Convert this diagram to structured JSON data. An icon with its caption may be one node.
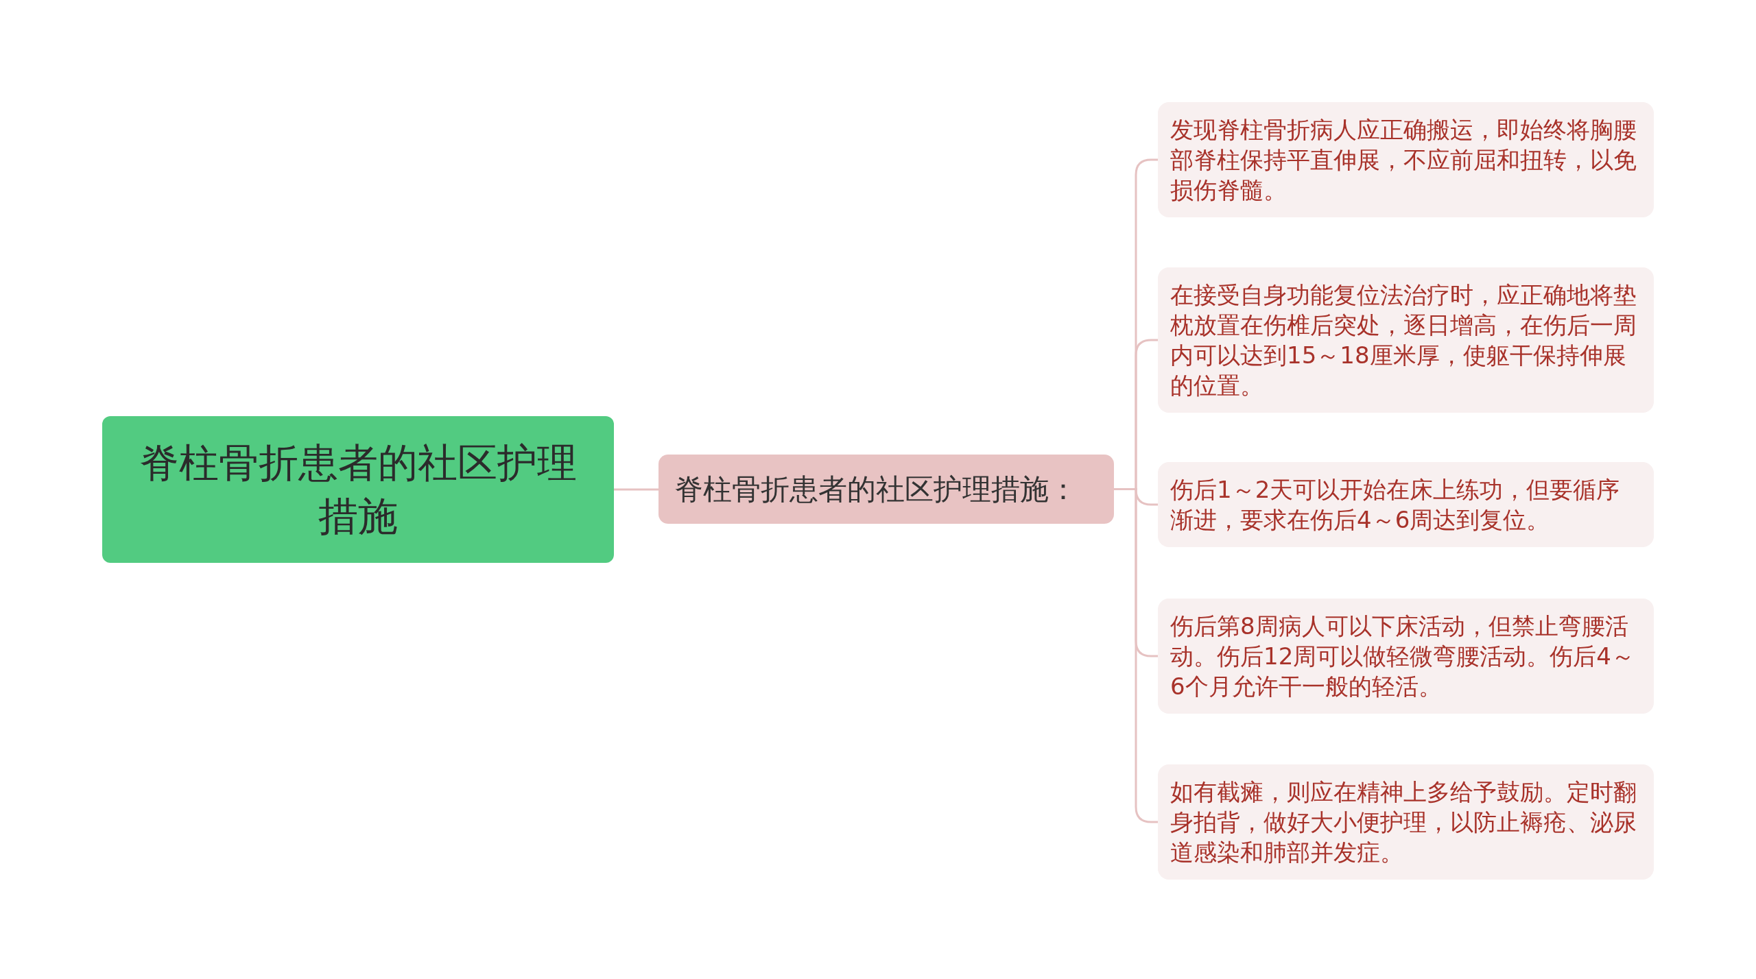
{
  "diagram": {
    "nodes": [
      {
        "text": [
          "脊柱骨折患者的社区护理措施"
        ]
      },
      {
        "text": [
          "脊柱骨折患者的社区护理措施："
        ]
      },
      {
        "text": [
          "发现脊柱骨折病人应正确搬运，即始终将胸腰部脊柱保持平直伸展，不应前屈和扭转，以免损伤脊髓。"
        ]
      },
      {
        "text": [
          "在接受自身功能复位法治疗时，应正确地将垫枕放置在伤椎后突处，逐日增高，在伤后一周内可以达到15～18厘米厚，使躯干保持伸展的位置。"
        ]
      },
      {
        "text": [
          "伤后1～2天可以开始在床上练功，但要循序渐进，要求在伤后4～6周达到复位。"
        ]
      },
      {
        "text": [
          "伤后第8周病人可以下床活动，但禁止弯腰活动。伤后12周可以做轻微弯腰活动。伤后4～6个月允许干一般的轻活。"
        ]
      },
      {
        "text": [
          "如有截瘫，则应在精神上多给予鼓励。定时翻身拍背，做好大小便护理，以防止褥疮、泌尿道感染和肺部并发症。"
        ]
      }
    ],
    "edges": [
      {
        "from": 0,
        "to": 1,
        "arrow": "none"
      },
      {
        "from": 1,
        "to": 2,
        "arrow": "none"
      },
      {
        "from": 1,
        "to": 3,
        "arrow": "none"
      },
      {
        "from": 1,
        "to": 4,
        "arrow": "none"
      },
      {
        "from": 1,
        "to": 5,
        "arrow": "none"
      },
      {
        "from": 1,
        "to": 6,
        "arrow": "none"
      }
    ]
  }
}
